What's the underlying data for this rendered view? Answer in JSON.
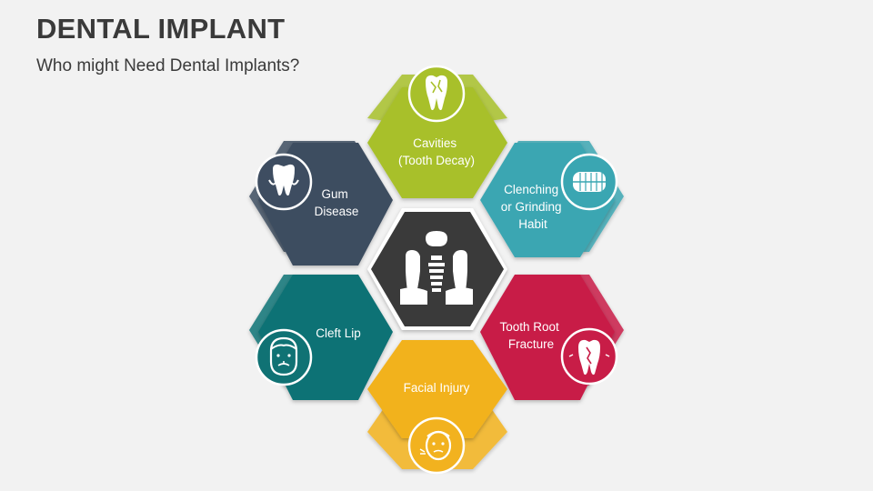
{
  "title": "DENTAL IMPLANT",
  "subtitle": "Who might Need Dental Implants?",
  "colors": {
    "cavities": "#a8c02a",
    "clenching": "#3aa6b2",
    "fracture": "#c81d47",
    "facial": "#f2b21f",
    "cleft": "#107274",
    "gum": "#3e4d61",
    "center": "#3a3a3a"
  },
  "items": [
    {
      "key": "cavities",
      "lines": [
        "Cavities",
        "(Tooth Decay)"
      ],
      "icon": "decayed-tooth-icon"
    },
    {
      "key": "clenching",
      "lines": [
        "Clenching",
        "or Grinding",
        "Habit"
      ],
      "icon": "clenched-teeth-icon"
    },
    {
      "key": "fracture",
      "lines": [
        "Tooth Root",
        "Fracture"
      ],
      "icon": "fractured-tooth-icon"
    },
    {
      "key": "facial",
      "lines": [
        "Facial Injury"
      ],
      "icon": "injured-face-icon"
    },
    {
      "key": "cleft",
      "lines": [
        "Cleft Lip"
      ],
      "icon": "cleft-lip-face-icon"
    },
    {
      "key": "gum",
      "lines": [
        "Gum",
        "Disease"
      ],
      "icon": "gum-disease-icon"
    }
  ],
  "center_icon": "dental-implant-icon"
}
